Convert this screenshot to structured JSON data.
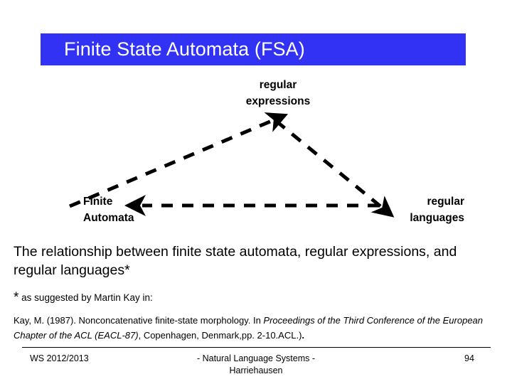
{
  "slide": {
    "title": "Finite State Automata (FSA)",
    "title_bar_color": "#3232f4",
    "title_text_color": "#ffffff",
    "background_color": "#ffffff"
  },
  "diagram": {
    "type": "triangle-relationship",
    "nodes": [
      {
        "id": "regular-expressions",
        "label_line1": "regular",
        "label_line2": "expressions",
        "position": "apex-top-center"
      },
      {
        "id": "finite-automata",
        "label_line1": "Finite",
        "label_line2": "Automata",
        "position": "bottom-left"
      },
      {
        "id": "regular-languages",
        "label_line1": "regular",
        "label_line2": "languages",
        "position": "bottom-right"
      }
    ],
    "edges": [
      {
        "from": "finite-automata",
        "to": "regular-expressions",
        "style": "dashed",
        "arrow": "to"
      },
      {
        "from": "regular-expressions",
        "to": "regular-languages",
        "style": "dashed",
        "arrow": "to"
      },
      {
        "from": "regular-languages",
        "to": "finite-automata",
        "style": "dashed",
        "arrow": "to"
      }
    ],
    "line_color": "#000000",
    "line_style": "dashed"
  },
  "body": {
    "paragraph": "The relationship between finite state automata, regular expressions, and regular languages*"
  },
  "footnote": {
    "star": "*",
    "text": "as suggested by Martin Kay in:"
  },
  "citation": {
    "part1": "Kay, M. (1987). Nonconcatenative finite-state morphology. In ",
    "italic1": "Proceedings of the Third Conference of the European Chapter of the ACL (EACL-87)",
    "part2": ", Copenhagen, Denmark,pp. 2-10.ACL.)",
    "endmark": "."
  },
  "footer": {
    "left": "WS 2012/2013",
    "center_line1": "- Natural Language Systems -",
    "center_line2": "Harriehausen",
    "page_number": "94"
  }
}
